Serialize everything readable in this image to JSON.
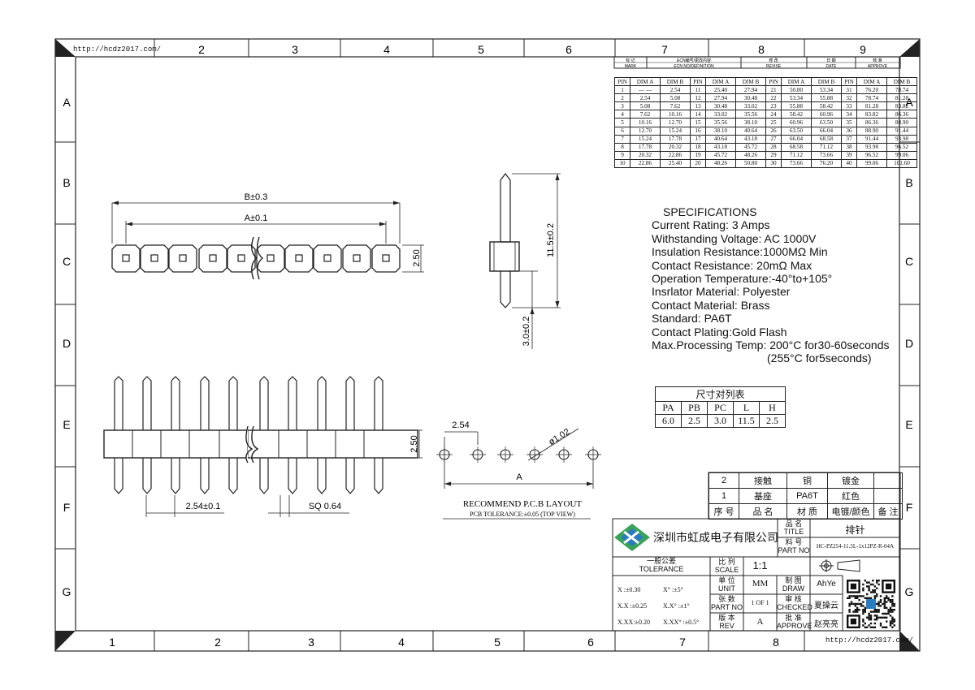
{
  "frame": {
    "url_top": "http://hcdz2017.com/",
    "url_bottom": "http://hcdz2017.com/",
    "columns_top": [
      "2",
      "3",
      "4",
      "5",
      "6",
      "7",
      "8",
      "9"
    ],
    "columns_bottom": [
      "1",
      "2",
      "3",
      "4",
      "5",
      "6",
      "7",
      "8"
    ],
    "rows": [
      "A",
      "B",
      "C",
      "D",
      "E",
      "F",
      "G"
    ]
  },
  "revision_header": {
    "cells": [
      {
        "cn": "标 记",
        "en": "MARK"
      },
      {
        "cn": "ECN编号/更改内容",
        "en": "ECN NO/DEFINITION"
      },
      {
        "cn": "修 改",
        "en": "REVISE"
      },
      {
        "cn": "日 期",
        "en": "DATE"
      },
      {
        "cn": "核 准",
        "en": "APPROVE"
      }
    ]
  },
  "pin_table": {
    "headers": [
      "PIN",
      "DIM A",
      "DIM B",
      "PIN",
      "DIM A",
      "DIM B",
      "PIN",
      "DIM A",
      "DIM B",
      "PIN",
      "DIM A",
      "DIM B"
    ],
    "rows": [
      [
        "1",
        "— —",
        "2.54",
        "11",
        "25.40",
        "27.94",
        "21",
        "50.80",
        "53.34",
        "31",
        "76.20",
        "78.74"
      ],
      [
        "2",
        "2.54",
        "5.08",
        "12",
        "27.94",
        "30.48",
        "22",
        "53.34",
        "55.88",
        "32",
        "78.74",
        "81.28"
      ],
      [
        "3",
        "5.08",
        "7.62",
        "13",
        "30.48",
        "33.02",
        "23",
        "55.88",
        "58.42",
        "33",
        "81.28",
        "83.82"
      ],
      [
        "4",
        "7.62",
        "10.16",
        "14",
        "33.02",
        "35.56",
        "24",
        "58.42",
        "60.96",
        "34",
        "83.82",
        "86.36"
      ],
      [
        "5",
        "10.16",
        "12.70",
        "15",
        "35.56",
        "38.10",
        "25",
        "60.96",
        "63.50",
        "35",
        "86.36",
        "88.90"
      ],
      [
        "6",
        "12.70",
        "15.24",
        "16",
        "38.10",
        "40.64",
        "26",
        "63.50",
        "66.04",
        "36",
        "88.90",
        "91.44"
      ],
      [
        "7",
        "15.24",
        "17.78",
        "17",
        "40.64",
        "43.18",
        "27",
        "66.04",
        "68.58",
        "37",
        "91.44",
        "93.98"
      ],
      [
        "8",
        "17.78",
        "20.32",
        "18",
        "43.18",
        "45.72",
        "28",
        "68.58",
        "71.12",
        "38",
        "93.98",
        "96.52"
      ],
      [
        "9",
        "20.32",
        "22.86",
        "19",
        "45.72",
        "48.26",
        "29",
        "71.12",
        "73.66",
        "39",
        "96.52",
        "99.06"
      ],
      [
        "10",
        "22.86",
        "25.40",
        "20",
        "48.26",
        "50.80",
        "30",
        "73.66",
        "76.20",
        "40",
        "99.06",
        "101.60"
      ]
    ]
  },
  "drawing": {
    "dim_b": "B±0.3",
    "dim_a": "A±0.1",
    "height_top": "2.50",
    "side_len": "11.5±0.2",
    "side_tail": "3.0±0.2",
    "height_front": "2.50",
    "pitch": "2.54±0.1",
    "square": "SQ 0.64",
    "pcb_pitch": "2.54",
    "pcb_hole": "ø1.02",
    "pcb_a": "A",
    "pcb_title": "RECOMMEND P.C.B LAYOUT",
    "pcb_tol": "PCB TOLERANCE:±0.05 (TOP VIEW)"
  },
  "specifications": {
    "title": "SPECIFICATIONS",
    "lines": [
      "Current Rating: 3 Amps",
      "Withstanding Voltage: AC 1000V",
      "Insulation Resistance:1000MΩ Min",
      "Contact Resistance: 20mΩ Max",
      "Operation Temperature:-40°to+105°",
      "Insrlator Material: Polyester",
      "Contact Material: Brass",
      "Standard: PA6T",
      "Contact Plating:Gold Flash",
      "Max.Processing Temp: 200°C for30-60seconds",
      "(255°C for5seconds)"
    ]
  },
  "dim_table": {
    "title": "尺寸对列表",
    "headers": [
      "PA",
      "PB",
      "PC",
      "L",
      "H"
    ],
    "values": [
      "6.0",
      "2.5",
      "3.0",
      "11.5",
      "2.5"
    ]
  },
  "bom": {
    "rows": [
      [
        "2",
        "接触",
        "铜",
        "镀金",
        ""
      ],
      [
        "1",
        "基座",
        "PA6T",
        "红色",
        ""
      ]
    ],
    "headers": [
      "序 号",
      "品 名",
      "材 质",
      "电镀/颜色",
      "备 注"
    ]
  },
  "title_block": {
    "company": "深圳市虹成电子有限公司",
    "name_cn": "品 名",
    "name_en": "TITLE",
    "name_value": "排针",
    "part_cn": "料 号",
    "part_en": "PART NO",
    "part_value": "HC-PZ254-11.5L-1x12PZ-R-04A",
    "tol_cn": "一般公差",
    "tol_en": "TOLERANCE",
    "tol_lines": [
      [
        "X   :±0.30",
        "X°   :±5°"
      ],
      [
        "X.X :±0.25",
        "X.X° :±1°"
      ],
      [
        "X.XX:±0.20",
        "X.XX° :±0.5°"
      ]
    ],
    "scale_cn": "比 列",
    "scale_en": "SCALE",
    "scale_value": "1:1",
    "unit_cn": "单 位",
    "unit_en": "UNIT",
    "unit_value": "MM",
    "sheet_cn": "张 数",
    "sheet_en": "PART NO",
    "sheet_value": "1 OF 1",
    "rev_cn": "版 本",
    "rev_en": "REV",
    "rev_value": "A",
    "draw_cn": "制 图",
    "draw_en": "DRAW",
    "draw_value": "AhYe",
    "check_cn": "审 核",
    "check_en": "CHECKED",
    "check_value": "夏操云",
    "approve_cn": "批 准",
    "approve_en": "APPROVE",
    "approve_value": "赵亮亮"
  },
  "colors": {
    "line": "#222222",
    "logo_green": "#3aa35a",
    "logo_blue": "#2a7bbf"
  }
}
